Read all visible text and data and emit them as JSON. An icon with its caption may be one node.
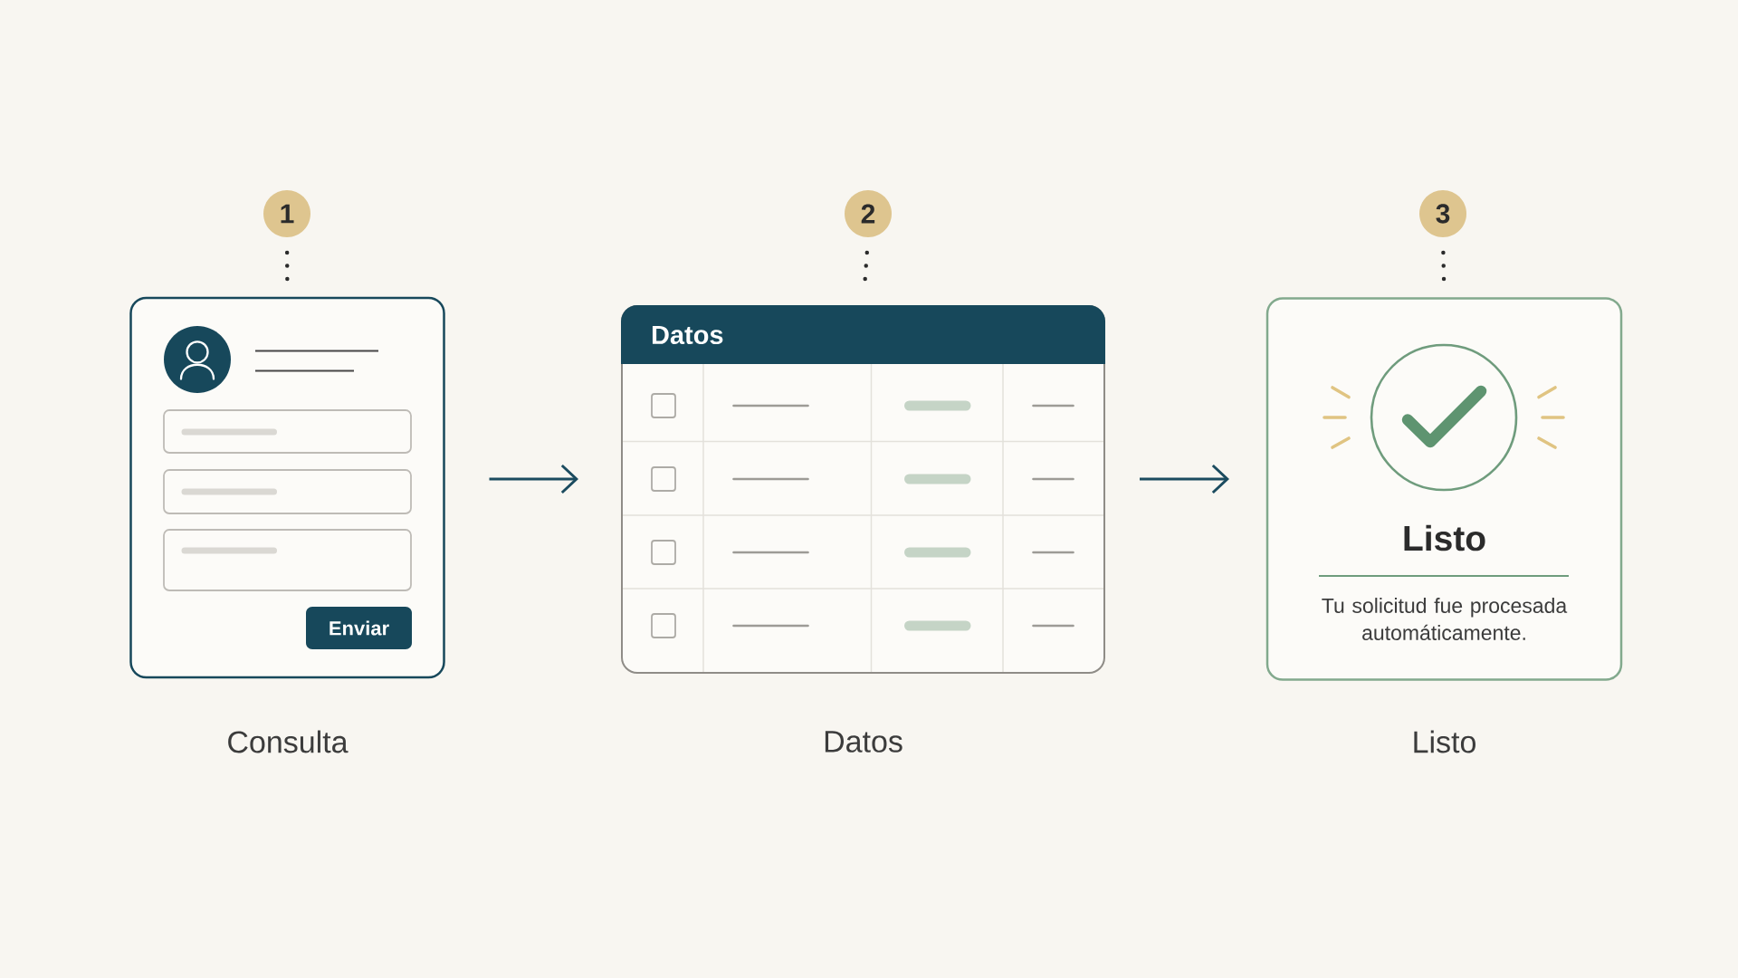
{
  "diagram": {
    "nodes": [
      {
        "text": [
          "1"
        ]
      },
      {
        "text": [],
        "shape": "box",
        "beside": [
          "Consulta"
        ]
      },
      {
        "text": [
          "Enviar"
        ],
        "in": 1
      },
      {
        "text": [
          "2"
        ]
      },
      {
        "text": [
          "Datos"
        ],
        "beside": [
          "Datos"
        ]
      },
      {
        "text": [
          "3"
        ]
      },
      {
        "text": [
          "Listo",
          "Tu solicitud fue procesada automáticamente."
        ],
        "beside": [
          "Listo"
        ]
      }
    ],
    "edges": [
      {
        "from": 0,
        "to": 1,
        "arrow": "none",
        "style": "dashed"
      },
      {
        "from": 1,
        "to": 4,
        "arrow": "to",
        "color": "#1b4b5f"
      },
      {
        "from": 3,
        "to": 4,
        "arrow": "none",
        "style": "dashed"
      },
      {
        "from": 4,
        "to": 6,
        "arrow": "to",
        "color": "#1b4b5f"
      },
      {
        "from": 5,
        "to": 6,
        "arrow": "none",
        "style": "dashed"
      }
    ]
  }
}
